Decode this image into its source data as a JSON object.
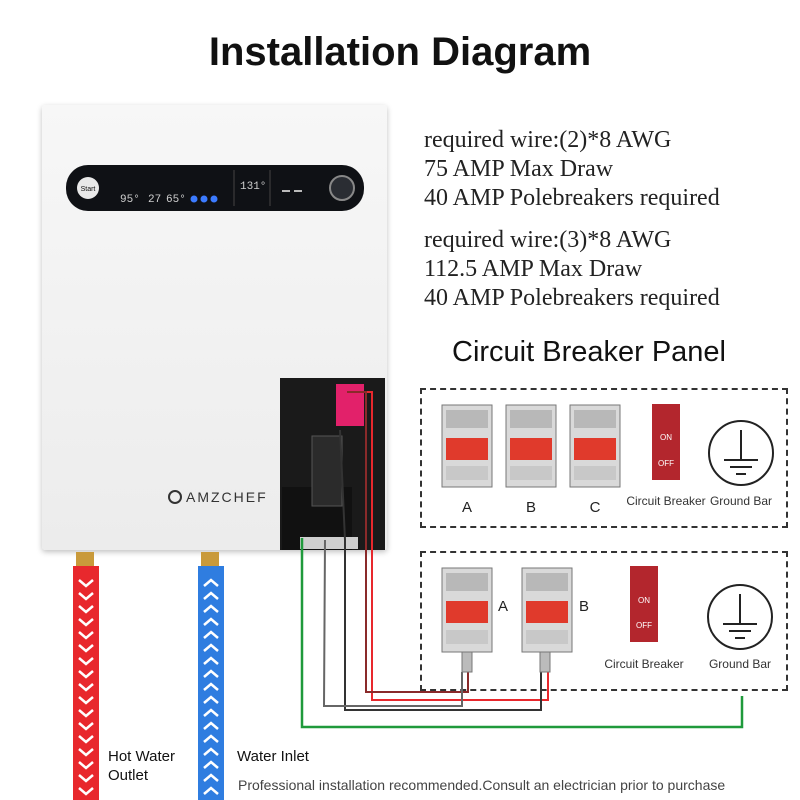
{
  "title": "Installation Diagram",
  "specs": [
    {
      "wire": "required wire:(2)*8 AWG",
      "draw": "75 AMP Max Draw",
      "breakers": "40 AMP Polebreakers required"
    },
    {
      "wire": "required wire:(3)*8 AWG",
      "draw": "112.5 AMP Max Draw",
      "breakers": "40 AMP Polebreakers required"
    }
  ],
  "panel_title": "Circuit Breaker Panel",
  "heater": {
    "brand": "AMZCHEF",
    "display": {
      "button": "Start",
      "in_temp": "95°",
      "a": "27",
      "b": "65°",
      "set_temp": "131°"
    }
  },
  "panel1": {
    "breakers": [
      "A",
      "B",
      "C"
    ],
    "switch_on": "ON",
    "switch_off": "OFF",
    "circuit_breaker_label": "Circuit Breaker",
    "ground_bar_label": "Ground Bar"
  },
  "panel2": {
    "breakers": [
      "A",
      "B"
    ],
    "switch_on": "ON",
    "switch_off": "OFF",
    "circuit_breaker_label": "Circuit Breaker",
    "ground_bar_label": "Ground Bar"
  },
  "pipes": {
    "hot_label": "Hot Water Outlet",
    "inlet_label": "Water Inlet"
  },
  "note": "Professional installation recommended.Consult an electrician prior to purchase",
  "colors": {
    "hot": "#e8282d",
    "cold": "#2f7de0",
    "ground_wire": "#1f9a3b",
    "breaker_red": "#e03a2c",
    "switch": "#b3262d"
  }
}
